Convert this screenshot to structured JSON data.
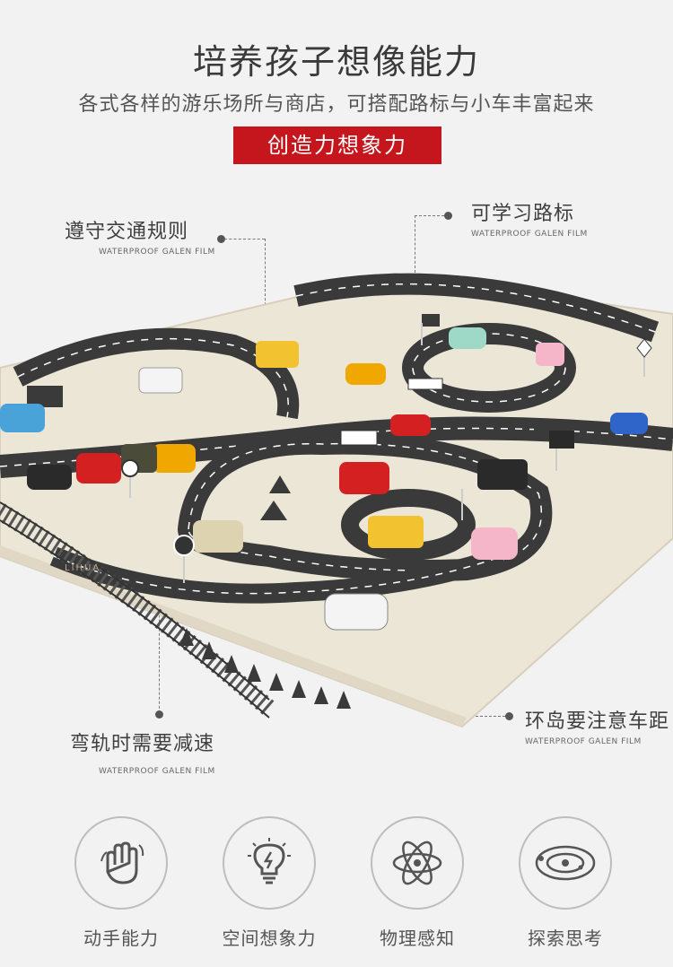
{
  "header": {
    "title": "培养孩子想像能力",
    "subtitle": "各式各样的游乐场所与商店，可搭配路标与小车丰富起来",
    "banner": "创造力想象力"
  },
  "callouts": {
    "traffic_rules": {
      "label": "遵守交通规则",
      "sub": "WATERPROOF GALEN FILM"
    },
    "road_signs": {
      "label": "可学习路标",
      "sub": "WATERPROOF GALEN FILM"
    },
    "slow_curve": {
      "label": "弯轨时需要减速",
      "sub": "WATERPROOF GALEN FILM"
    },
    "roundabout": {
      "label": "环岛要注意车距",
      "sub": "WATERPROOF GALEN FILM"
    }
  },
  "watermark": "LIHUA",
  "features": [
    {
      "label": "动手能力",
      "icon": "hand-icon"
    },
    {
      "label": "空间想象力",
      "icon": "lightbulb-icon"
    },
    {
      "label": "物理感知",
      "icon": "atom-icon"
    },
    {
      "label": "探索思考",
      "icon": "orbit-icon"
    }
  ],
  "colors": {
    "banner": "#c4161c",
    "road": "#3a3a3a",
    "mat": "#ece6d6"
  }
}
